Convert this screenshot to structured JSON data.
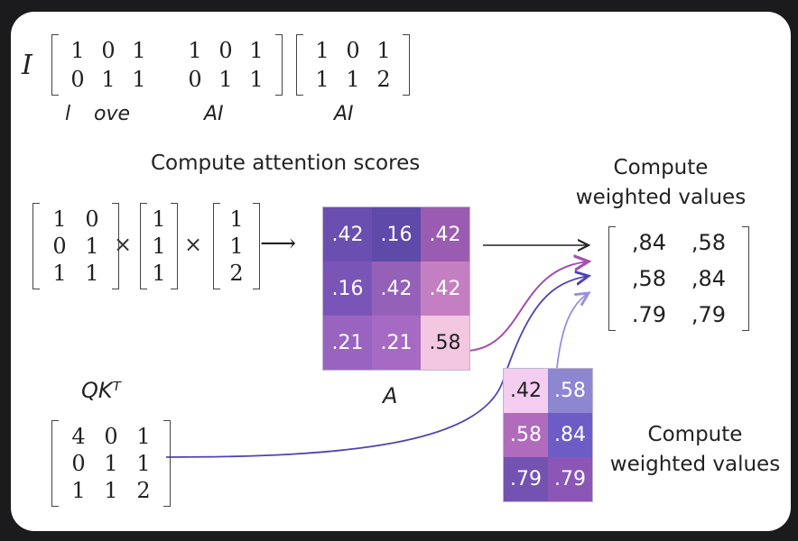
{
  "top": {
    "symbol": "I",
    "matrices": [
      [
        [
          "1",
          "0",
          "1",
          "1",
          "0",
          "1"
        ],
        [
          "0",
          "1",
          "1",
          "0",
          "1",
          "1"
        ]
      ],
      [
        [
          "1",
          "0",
          "1"
        ],
        [
          "1",
          "1",
          "2"
        ]
      ]
    ],
    "word_labels": [
      "l",
      "ove",
      "AI",
      "AI"
    ]
  },
  "compute_attention": {
    "title": "Compute attention scores",
    "matrix_q": [
      [
        "1",
        "0"
      ],
      [
        "0",
        "1"
      ],
      [
        "1",
        "1"
      ]
    ],
    "vector_1": [
      [
        "1"
      ],
      [
        "1"
      ],
      [
        "1"
      ]
    ],
    "vector_2": [
      [
        "1"
      ],
      [
        "1"
      ],
      [
        "2"
      ]
    ],
    "times": "×",
    "arrow": "⟶"
  },
  "attention_heatmap": {
    "label": "A",
    "cells": [
      [
        ".42",
        ".16",
        ".42"
      ],
      [
        ".16",
        ".42",
        ".42"
      ],
      [
        ".21",
        ".21",
        ".58"
      ]
    ],
    "colors": [
      [
        "#6a4fb0",
        "#5e4aa8",
        "#9a5cb0"
      ],
      [
        "#7a55b8",
        "#9460b8",
        "#c47fc3"
      ],
      [
        "#9864c0",
        "#a76ac4",
        "#f3c6e2"
      ]
    ]
  },
  "weighted_values_top": {
    "title_line1": "Compute",
    "title_line2": "weighted values",
    "matrix": [
      [
        ",84",
        ",58"
      ],
      [
        ",58",
        ",84"
      ],
      [
        ".79",
        ",79"
      ]
    ]
  },
  "qk": {
    "label": "QKᵀ",
    "matrix": [
      [
        "4",
        "0",
        "1"
      ],
      [
        "0",
        "1",
        "1"
      ],
      [
        "1",
        "1",
        "2"
      ]
    ]
  },
  "value_heatmap": {
    "cells": [
      [
        ".42",
        ".58"
      ],
      [
        ".58",
        ".84"
      ],
      [
        ".79",
        ".79"
      ]
    ],
    "colors": [
      [
        "#f4cdf0",
        "#8d87d2"
      ],
      [
        "#b06bbd",
        "#6d5cc6"
      ],
      [
        "#7352b2",
        "#8b56b6"
      ]
    ]
  },
  "weighted_values_bottom": {
    "title_line1": "Compute",
    "title_line2": "weighted values"
  }
}
